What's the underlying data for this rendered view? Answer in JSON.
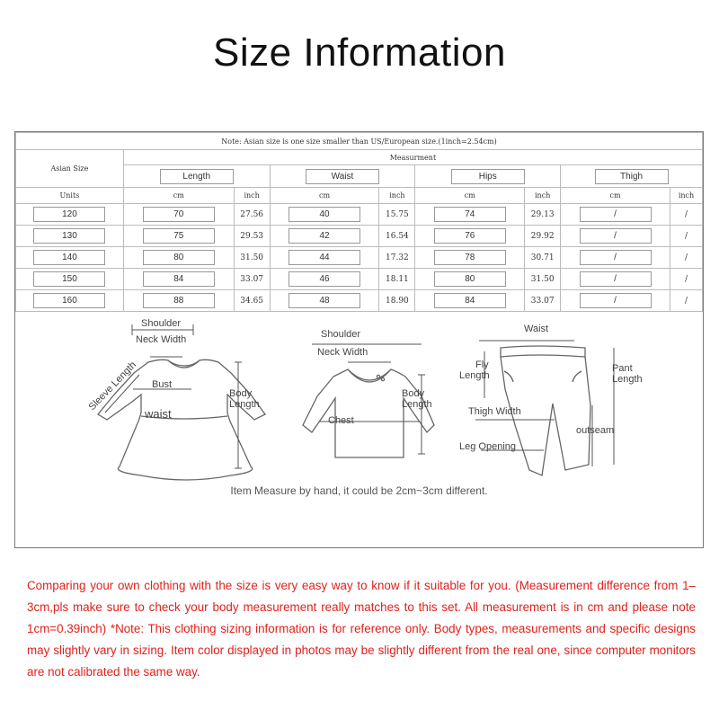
{
  "title": "Size  Information",
  "table": {
    "note": "Note: Asian size is one size smaller than US/European size.(1inch=2.54cm)",
    "asian_size_label": "Asian Size",
    "measurement_label": "Measurment",
    "units_label": "Units",
    "groups": [
      "Length",
      "Waist",
      "Hips",
      "Thigh"
    ],
    "unit_cm": "cm",
    "unit_inch": "inch",
    "rows": [
      {
        "size": "120",
        "len_cm": "70",
        "len_in": "27.56",
        "waist_cm": "40",
        "waist_in": "15.75",
        "hips_cm": "74",
        "hips_in": "29.13",
        "thigh_cm": "/",
        "thigh_in": "/"
      },
      {
        "size": "130",
        "len_cm": "75",
        "len_in": "29.53",
        "waist_cm": "42",
        "waist_in": "16.54",
        "hips_cm": "76",
        "hips_in": "29.92",
        "thigh_cm": "/",
        "thigh_in": "/"
      },
      {
        "size": "140",
        "len_cm": "80",
        "len_in": "31.50",
        "waist_cm": "44",
        "waist_in": "17.32",
        "hips_cm": "78",
        "hips_in": "30.71",
        "thigh_cm": "/",
        "thigh_in": "/"
      },
      {
        "size": "150",
        "len_cm": "84",
        "len_in": "33.07",
        "waist_cm": "46",
        "waist_in": "18.11",
        "hips_cm": "80",
        "hips_in": "31.50",
        "thigh_cm": "/",
        "thigh_in": "/"
      },
      {
        "size": "160",
        "len_cm": "88",
        "len_in": "34.65",
        "waist_cm": "48",
        "waist_in": "18.90",
        "hips_cm": "84",
        "hips_in": "33.07",
        "thigh_cm": "/",
        "thigh_in": "/"
      }
    ]
  },
  "diagram": {
    "dress": {
      "shoulder": "Shoulder",
      "neck_width": "Neck Width",
      "sleeve_length": "Sleeve Length",
      "bust": "Bust",
      "waist": "waist",
      "body_length_1": "Body",
      "body_length_2": "Length"
    },
    "shirt": {
      "shoulder": "Shoulder",
      "neck_width": "Neck Width",
      "chest": "Chest",
      "body_length_1": "Body",
      "body_length_2": "Length"
    },
    "pants": {
      "waist": "Waist",
      "fly_1": "Fly",
      "fly_2": "Length",
      "pant_1": "Pant",
      "pant_2": "Length",
      "thigh_width": "Thigh Width",
      "outseam": "outseam",
      "leg_opening": "Leg Opening"
    },
    "note": "Item Measure by hand, it could be 2cm~3cm different."
  },
  "disclaimer": "Comparing your own clothing with the size is very easy way to know if it suitable for you. (Measurement difference from 1– 3cm,pls make sure to check your body measurement really matches to this set. All measurement is in cm and please note 1cm=0.39inch) *Note: This clothing sizing information is for reference only. Body types, measurements and specific designs may slightly vary in sizing. Item color displayed in photos may be slightly different from the real one, since computer monitors are not calibrated the same way."
}
